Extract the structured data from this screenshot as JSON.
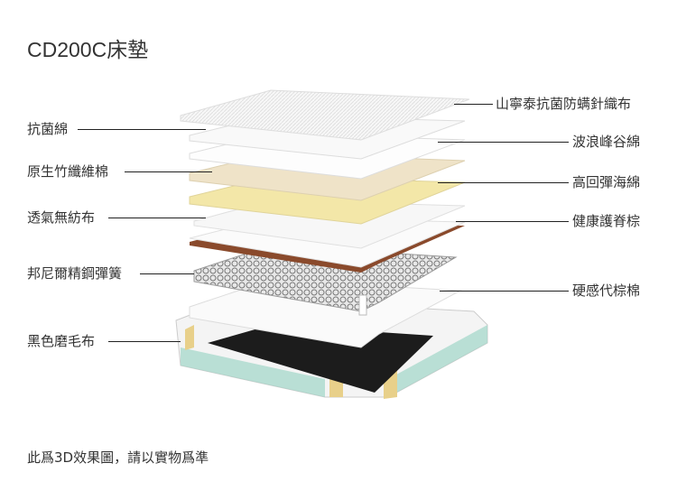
{
  "title": "CD200C床墊",
  "left_labels": [
    "抗菌綿",
    "原生竹纖維棉",
    "透氣無紡布",
    "邦尼爾精鋼彈簧",
    "黑色磨毛布"
  ],
  "right_labels": [
    "山寧泰抗菌防螨針織布",
    "波浪峰谷綿",
    "高回彈海綿",
    "健康護脊棕",
    "硬感代棕棉"
  ],
  "footer": "此爲3D效果圖，請以實物爲準",
  "colors": {
    "bamboo": "#efe3c8",
    "foam": "#f3e7a8",
    "palm": "#8a4a2c",
    "base": "#1c1c1c",
    "frame_stripe": "#9fd6c8",
    "frame_gold": "#e8d08a"
  }
}
